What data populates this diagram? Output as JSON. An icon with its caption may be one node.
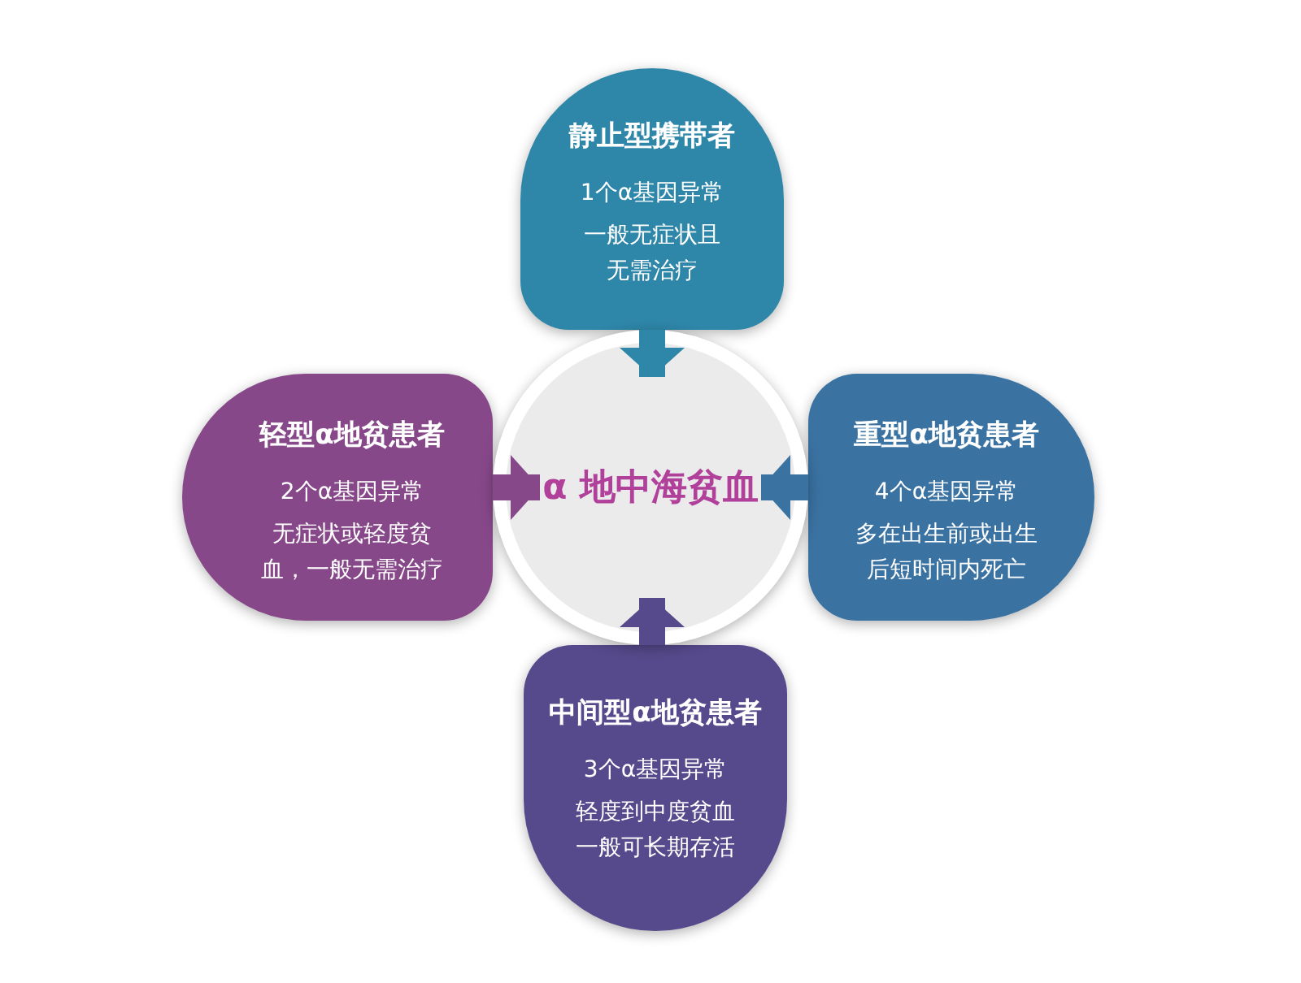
{
  "diagram": {
    "nodes": [
      {
        "text": [
          "静止型携带者",
          "1个α基因异常",
          "一般无症状且无需治疗"
        ]
      },
      {
        "text": [
          "轻型α地贫患者",
          "2个α基因异常",
          "无症状或轻度贫血，一般无需治疗"
        ]
      },
      {
        "text": [
          "α 地中海贫血"
        ]
      },
      {
        "text": [
          "重型α地贫患者",
          "4个α基因异常",
          "多在出生前或出生后短时间内死亡"
        ]
      },
      {
        "text": [
          "中间型α地贫患者",
          "3个α基因异常",
          "轻度到中度贫血一般可长期存活"
        ]
      }
    ],
    "edges": [
      {
        "from": 0,
        "to": 2,
        "arrow": "to",
        "color": "#2e86a8"
      },
      {
        "from": 1,
        "to": 2,
        "arrow": "to",
        "color": "#87488a"
      },
      {
        "from": 3,
        "to": 2,
        "arrow": "to",
        "color": "#3a72a2"
      },
      {
        "from": 4,
        "to": 2,
        "arrow": "to",
        "color": "#574a8c"
      }
    ]
  }
}
